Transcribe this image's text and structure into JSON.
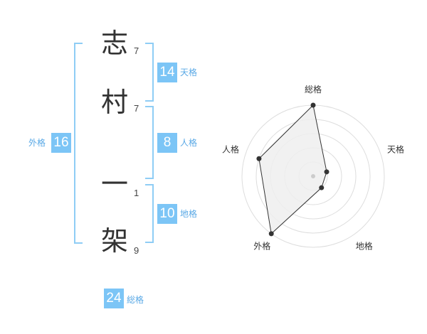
{
  "name": {
    "chars": [
      {
        "char": "志",
        "strokes": "7"
      },
      {
        "char": "村",
        "strokes": "7"
      },
      {
        "char": "一",
        "strokes": "1"
      },
      {
        "char": "架",
        "strokes": "9"
      }
    ]
  },
  "fortunes": {
    "ten": {
      "value": "14",
      "label": "天格"
    },
    "jin": {
      "value": "8",
      "label": "人格"
    },
    "chi": {
      "value": "10",
      "label": "地格"
    },
    "gai": {
      "value": "16",
      "label": "外格"
    },
    "sou": {
      "value": "24",
      "label": "総格"
    }
  },
  "chart_data": {
    "type": "radar",
    "axes": [
      "総格",
      "天格",
      "地格",
      "外格",
      "人格"
    ],
    "values": [
      5,
      1,
      1,
      5,
      4
    ],
    "max": 5,
    "rings": 5
  },
  "colors": {
    "accent": "#7cc5f6",
    "bracket": "#8fcdf5",
    "radar_fill": "#eeeeee",
    "radar_line": "#333333"
  }
}
